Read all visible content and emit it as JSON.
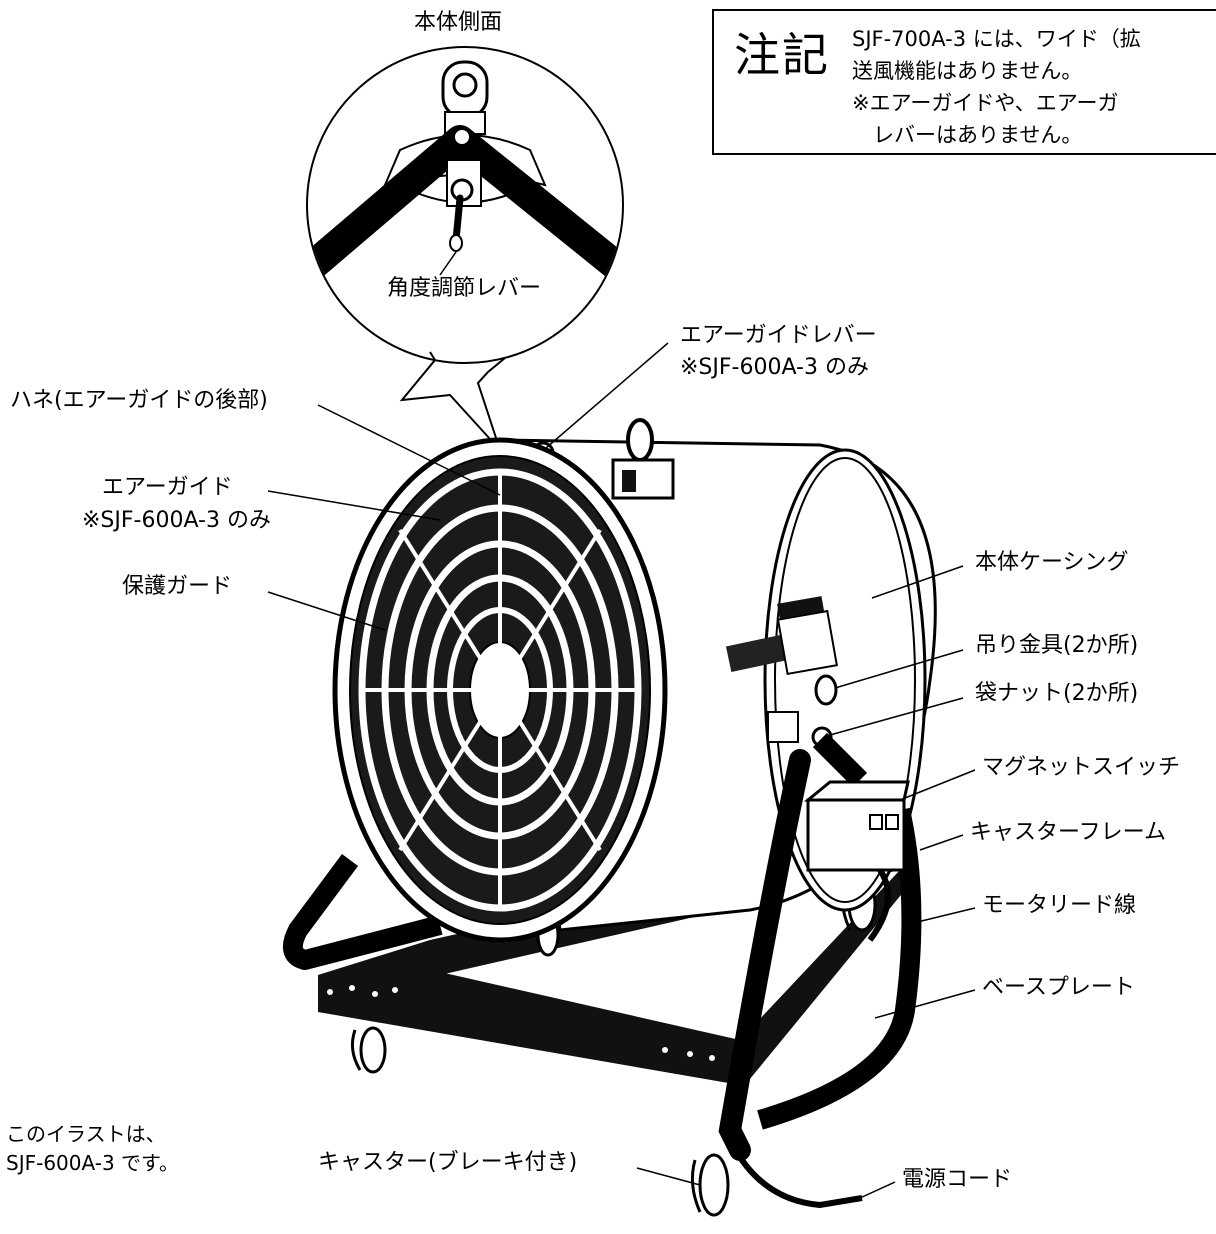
{
  "inset": {
    "title": "本体側面",
    "lever_label": "角度調節レバー"
  },
  "note": {
    "kanji": "注記",
    "lines": [
      "SJF-700A-3 には、ワイド（拡",
      "送風機能はありません。",
      "※エアーガイドや、エアーガ",
      "　レバーはありません。"
    ]
  },
  "labels": {
    "air_guide_lever": "エアーガイドレバー",
    "air_guide_lever_note": "※SJF-600A-3 のみ",
    "blade": "ハネ(エアーガイドの後部)",
    "air_guide": "エアーガイド",
    "air_guide_note": "※SJF-600A-3 のみ",
    "guard": "保護ガード",
    "casing": "本体ケーシング",
    "lifting_bracket": "吊り金具(2か所)",
    "cap_nut": "袋ナット(2か所)",
    "magnet_switch": "マグネットスイッチ",
    "caster_frame": "キャスターフレーム",
    "motor_lead": "モータリード線",
    "base_plate": "ベースプレート",
    "caster": "キャスター(ブレーキ付き)",
    "power_cord": "電源コード"
  },
  "caption": {
    "line1": "このイラストは、",
    "line2": "SJF-600A-3 です。"
  }
}
